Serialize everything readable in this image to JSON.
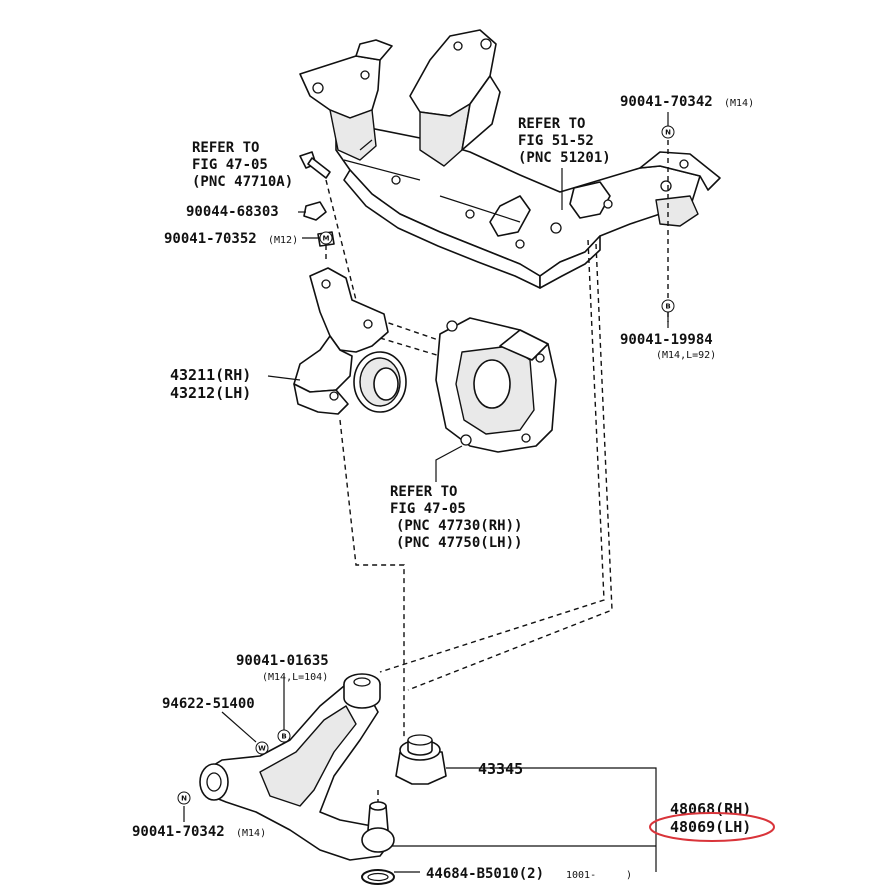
{
  "crossmember": {
    "refer_line1": "REFER TO",
    "refer_line2": "FIG 51-52",
    "refer_line3": "(PNC 51201)"
  },
  "bolt_top_right": {
    "part_no": "90041-70342",
    "spec": "(M14)",
    "callout": "N"
  },
  "bolt_right_mid": {
    "part_no": "90041-19984",
    "spec": "(M14,L=92)",
    "callout": "B"
  },
  "arm_bolt_top_left": {
    "refer_line1": "REFER TO",
    "refer_line2": "FIG 47-05",
    "refer_line3": "(PNC 47710A)"
  },
  "clip": {
    "part_no": "90044-68303"
  },
  "nut_m12": {
    "part_no": "90041-70352",
    "spec": "(M12)",
    "callout": "M"
  },
  "knuckle": {
    "part_no_rh": "43211(RH)",
    "part_no_lh": "43212(LH)"
  },
  "caliper": {
    "refer_line1": "REFER TO",
    "refer_line2": "FIG 47-05",
    "refer_line3": "(PNC 47730(RH))",
    "refer_line4": "(PNC 47750(LH))"
  },
  "arm_bolt_front": {
    "part_no": "90041-01635",
    "spec": "(M14,L=104)",
    "callout": "B"
  },
  "washer": {
    "part_no": "94622-51400",
    "callout": "W"
  },
  "nut_lower_left": {
    "part_no": "90041-70342",
    "spec": "(M14)",
    "callout": "N"
  },
  "bushing": {
    "part_no": "43345"
  },
  "lower_arm": {
    "part_no_rh": "48068(RH)",
    "part_no_lh": "48069(LH)",
    "highlight_color": "#d9343a"
  },
  "ball_joint_clip": {
    "part_no": "44684-B5010(2)",
    "range": "1001-",
    "range_end": ")"
  }
}
